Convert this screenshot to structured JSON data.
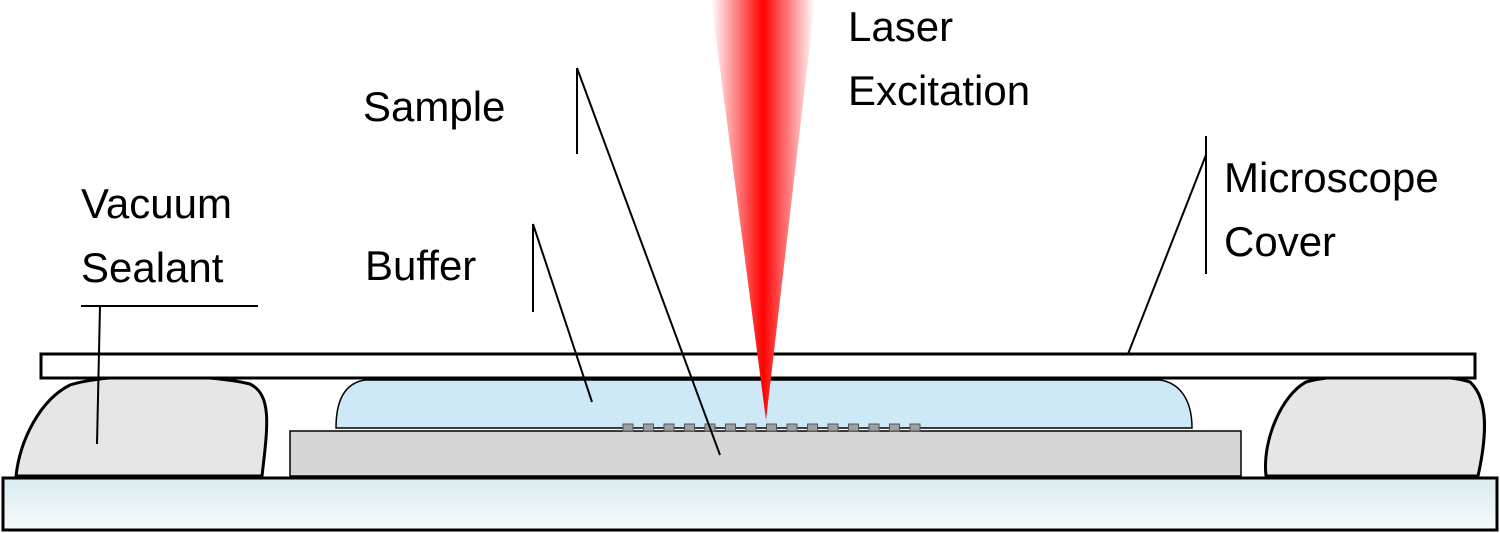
{
  "labels": {
    "laser": [
      "Laser",
      "Excitation"
    ],
    "sample": [
      "Sample"
    ],
    "buffer": [
      "Buffer"
    ],
    "vacuum_sealant": [
      "Vacuum",
      "Sealant"
    ],
    "microscope_cover": [
      "Microscope",
      "Cover"
    ]
  },
  "colors": {
    "laser": "#ff0000",
    "buffer": "#cde9f8",
    "sealant": "#e6e6e6",
    "chip": "#d6d6d6",
    "pillar": "#a0a0a0",
    "slide_bottom": "#e4f1f3",
    "outline": "#000000"
  }
}
